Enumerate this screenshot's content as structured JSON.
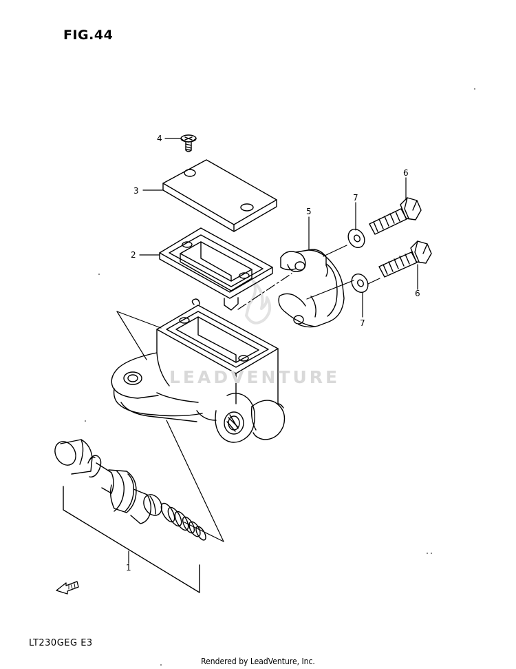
{
  "figure": {
    "title": "FIG.44"
  },
  "footer": {
    "model_code": "LT230GEG  E3",
    "credit": "Rendered by LeadVenture, Inc."
  },
  "watermark": {
    "text": "LEADVENTURE"
  },
  "callouts": {
    "c1": "1",
    "c2": "2",
    "c3": "3",
    "c4": "4",
    "c5": "5",
    "c6a": "6",
    "c6b": "6",
    "c7a": "7",
    "c7b": "7"
  },
  "icons": {
    "fwd": "fwd-arrow-icon",
    "watermark_logo": "flame-logo-icon"
  }
}
